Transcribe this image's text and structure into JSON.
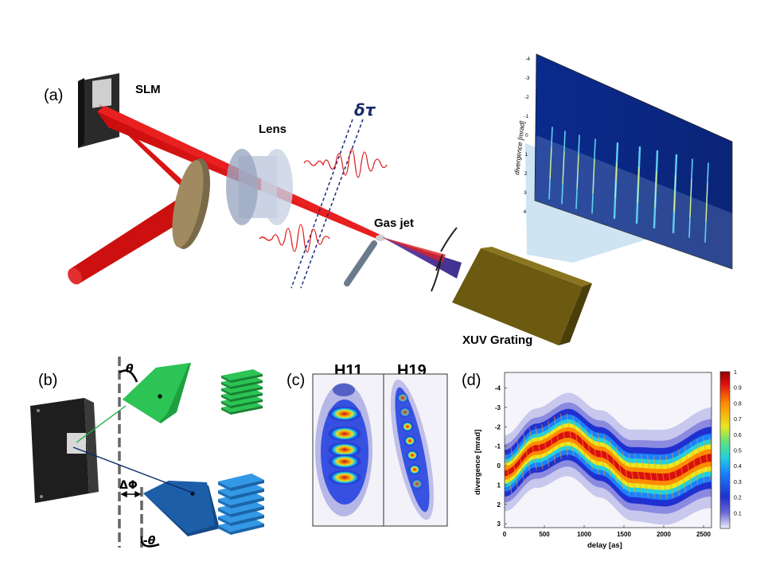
{
  "panels": {
    "a": "(a)",
    "b": "(b)",
    "c": "(c)",
    "d": "(d)"
  },
  "labels_a": {
    "slm": "SLM",
    "lens": "Lens",
    "delta_tau": "δτ",
    "gas_jet": "Gas jet",
    "grating": "XUV Grating",
    "spectrum_ylabel": "divergence [mrad]",
    "spectrum_ticks": [
      "-4",
      "-3",
      "-2",
      "-1",
      "0",
      "1",
      "2",
      "3",
      "4"
    ]
  },
  "labels_b": {
    "theta": "θ",
    "minus_theta": "-θ",
    "delta_phi": "ΔΦ"
  },
  "labels_c": {
    "h11": "H11",
    "h19": "H19"
  },
  "colors": {
    "beam": "#dd1111",
    "green_slab": "#22b04a",
    "blue_slab": "#1c5ea8",
    "light_blue_slab": "#3399e6",
    "grating": "#6b5a10",
    "spectrum_bg": "#0c2a8a"
  },
  "chart_data": {
    "type": "heatmap",
    "xlabel": "delay [as]",
    "ylabel": "divergence [mrad]",
    "xlim": [
      0,
      2600
    ],
    "ylim": [
      -4.8,
      3.2
    ],
    "xticks": [
      0,
      500,
      1000,
      1500,
      2000,
      2500
    ],
    "yticks": [
      -4,
      -3,
      -2,
      -1,
      0,
      1,
      2,
      3
    ],
    "colorbar": {
      "range": [
        0,
        1
      ],
      "ticks": [
        "1",
        "0.9",
        "0.8",
        "0.7",
        "0.6",
        "0.5",
        "0.4",
        "0.3",
        "0.2",
        "0.1"
      ]
    },
    "centroid_path": {
      "delay": [
        0,
        400,
        800,
        1200,
        1600,
        2000,
        2600
      ],
      "divergence": [
        0.4,
        -0.9,
        -1.6,
        -0.6,
        0.5,
        0.6,
        -0.4
      ]
    }
  }
}
